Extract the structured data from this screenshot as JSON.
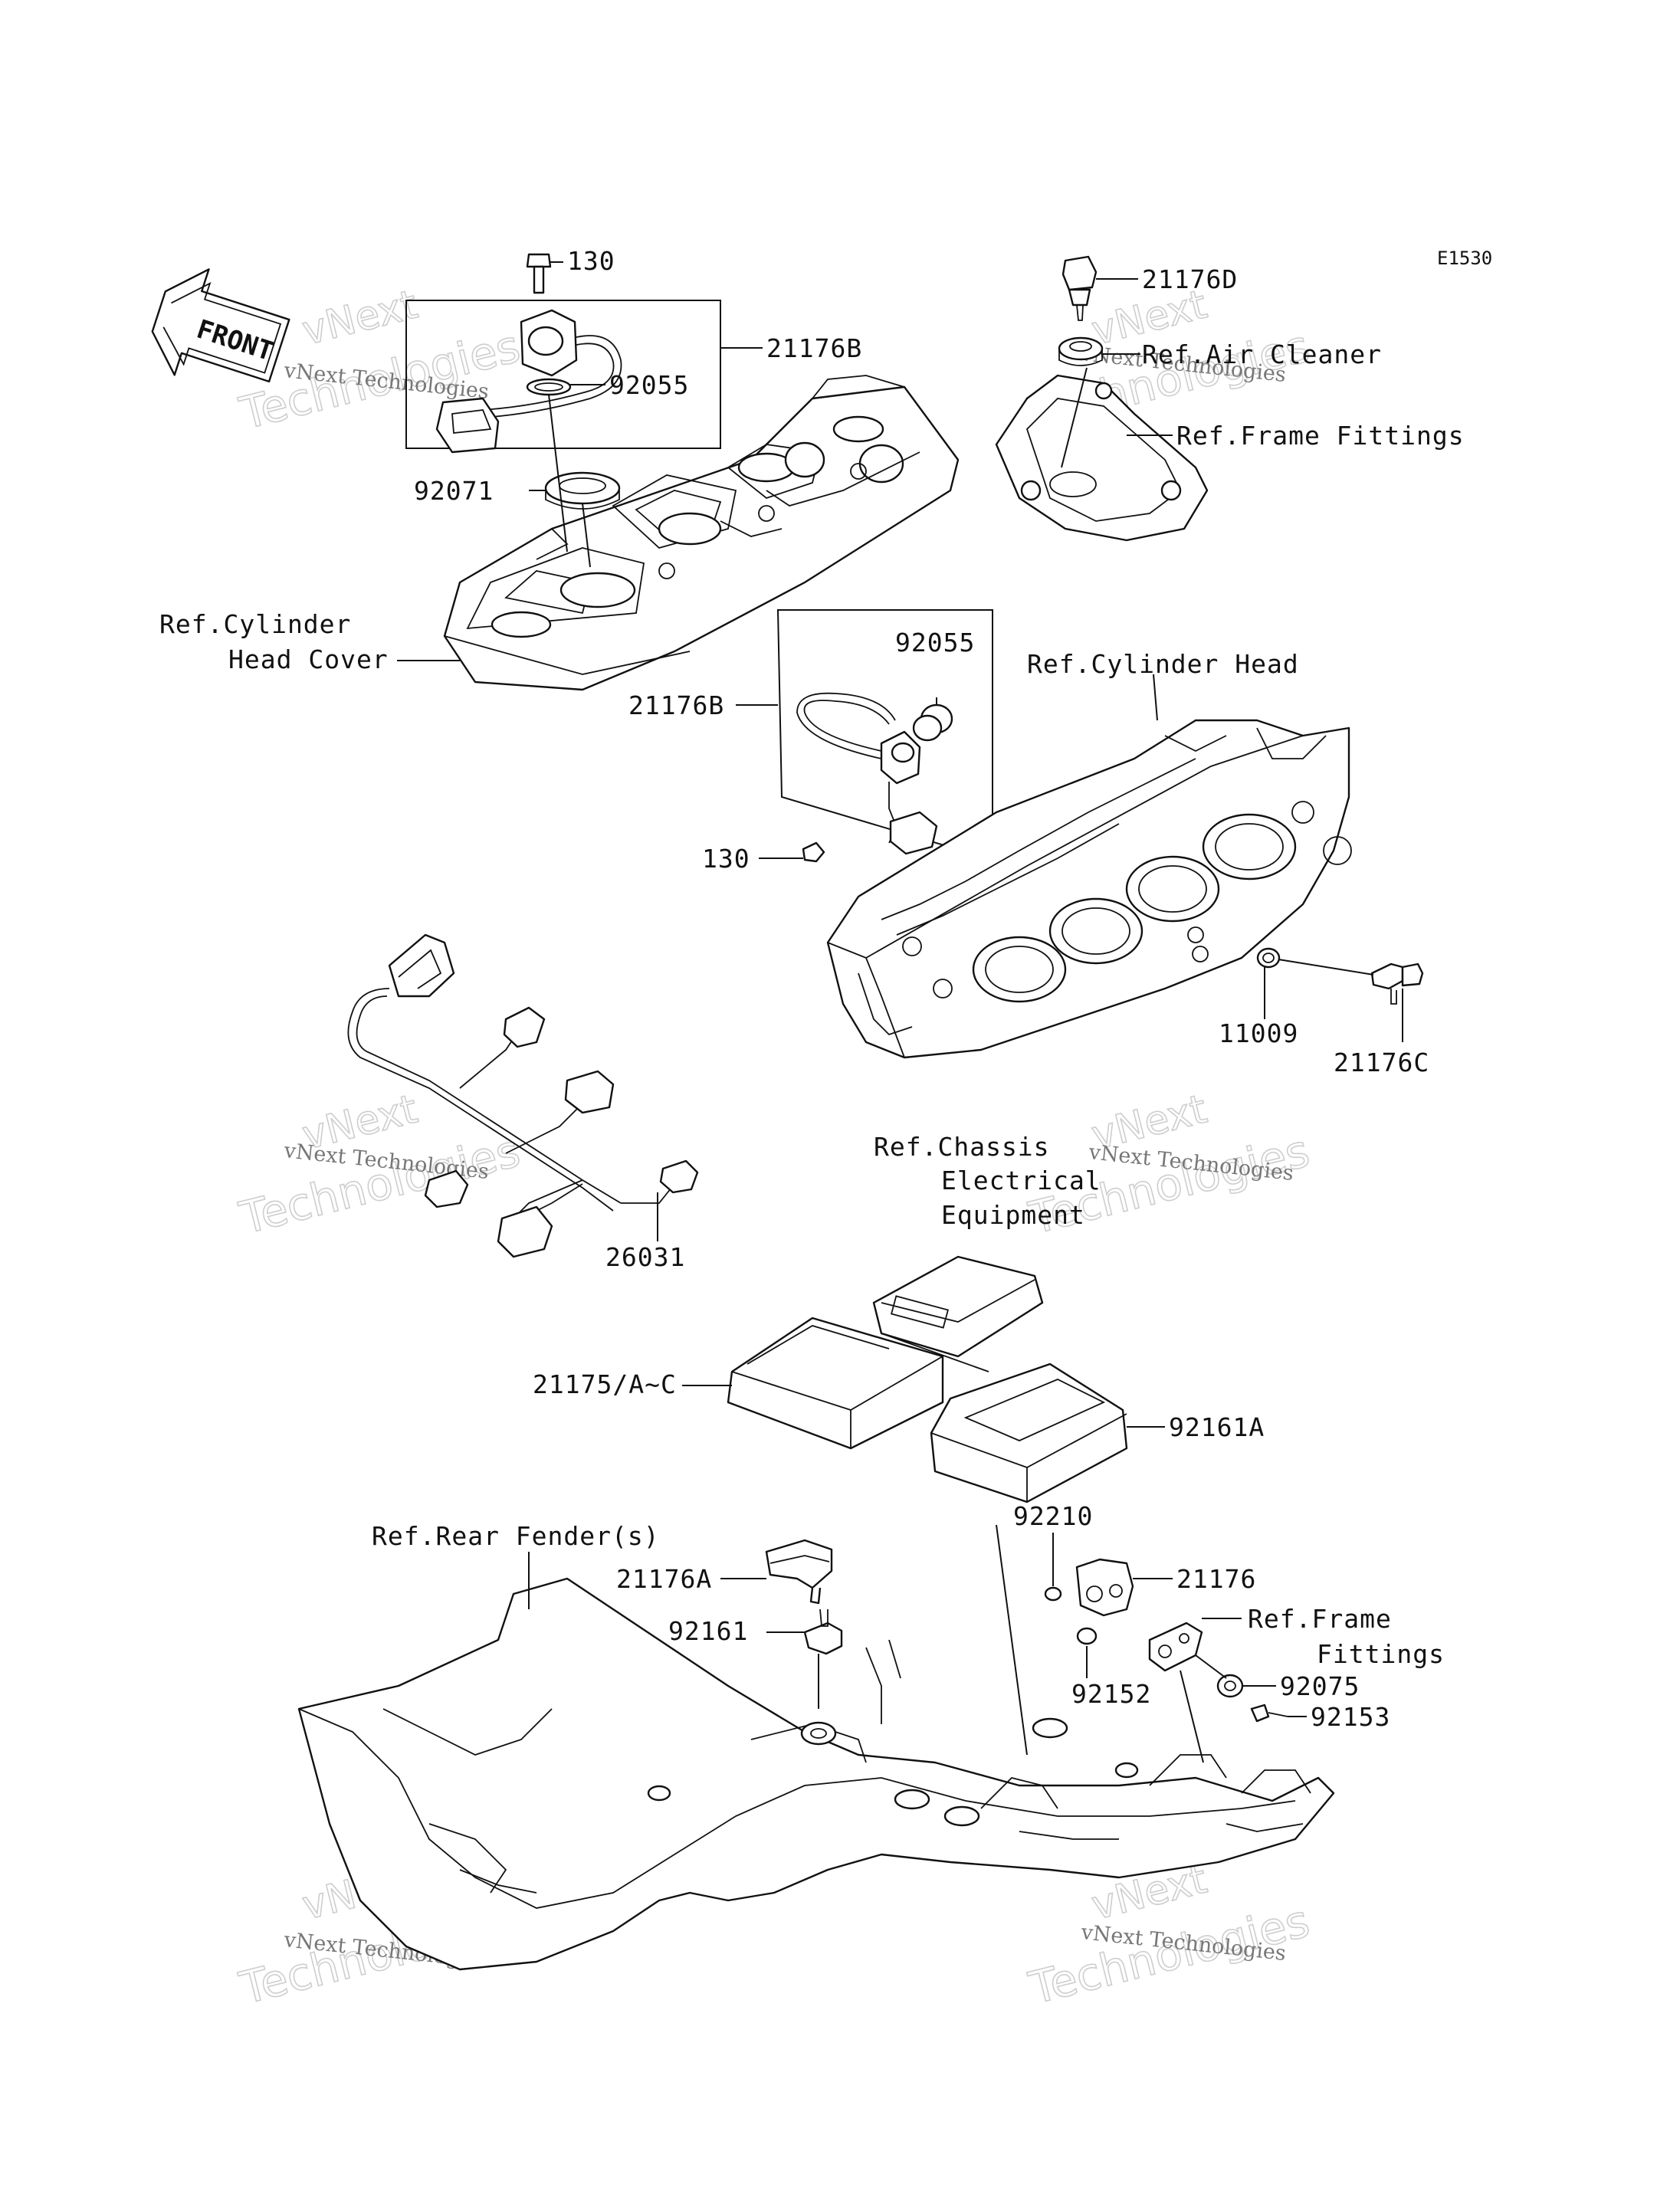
{
  "diagram_code": "E1530",
  "direction_label": "FRONT",
  "watermark": {
    "small": "vNext Technologies",
    "line1": "vNext",
    "line2": "Technologies"
  },
  "callouts": {
    "top_130": "130",
    "top_21176B": "21176B",
    "top_92055": "92055",
    "top_92071": "92071",
    "ref_cyl_head_cover_1": "Ref.Cylinder",
    "ref_cyl_head_cover_2": "Head Cover",
    "c_21176D": "21176D",
    "ref_air_cleaner": "Ref.Air Cleaner",
    "ref_frame_fittings_top": "Ref.Frame Fittings",
    "mid_92055": "92055",
    "mid_21176B": "21176B",
    "mid_130": "130",
    "ref_cyl_head": "Ref.Cylinder Head",
    "c_11009": "11009",
    "c_21176C": "21176C",
    "c_26031": "26031",
    "ref_chassis_1": "Ref.Chassis",
    "ref_chassis_2": "Electrical",
    "ref_chassis_3": "Equipment",
    "c_21175": "21175/A~C",
    "c_92161A": "92161A",
    "c_92210": "92210",
    "ref_rear_fender": "Ref.Rear Fender(s)",
    "c_21176A": "21176A",
    "c_21176": "21176",
    "ref_frame_fittings_bottom_1": "Ref.Frame",
    "ref_frame_fittings_bottom_2": "Fittings",
    "c_92161": "92161",
    "c_92152": "92152",
    "c_92075": "92075",
    "c_92153": "92153"
  }
}
